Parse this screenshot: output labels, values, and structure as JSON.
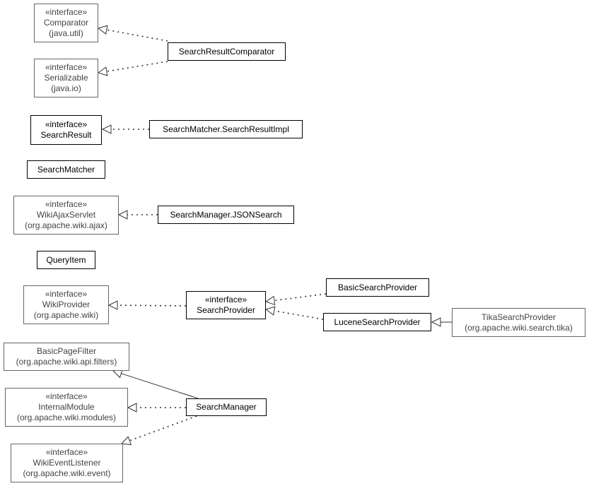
{
  "nodes": {
    "comparator": {
      "stereotype": "«interface»",
      "name": "Comparator",
      "pkg": "(java.util)"
    },
    "serializable": {
      "stereotype": "«interface»",
      "name": "Serializable",
      "pkg": "(java.io)"
    },
    "src": {
      "name": "SearchResultComparator"
    },
    "searchresult": {
      "stereotype": "«interface»",
      "name": "SearchResult"
    },
    "smsri": {
      "name": "SearchMatcher.SearchResultImpl"
    },
    "searchmatcher": {
      "name": "SearchMatcher"
    },
    "wikiajax": {
      "stereotype": "«interface»",
      "name": "WikiAjaxServlet",
      "pkg": "(org.apache.wiki.ajax)"
    },
    "smjson": {
      "name": "SearchManager.JSONSearch"
    },
    "queryitem": {
      "name": "QueryItem"
    },
    "wikiprovider": {
      "stereotype": "«interface»",
      "name": "WikiProvider",
      "pkg": "(org.apache.wiki)"
    },
    "searchprovider": {
      "stereotype": "«interface»",
      "name": "SearchProvider"
    },
    "basicsp": {
      "name": "BasicSearchProvider"
    },
    "lucenesp": {
      "name": "LuceneSearchProvider"
    },
    "tikasp": {
      "name": "TikaSearchProvider",
      "pkg": "(org.apache.wiki.search.tika)"
    },
    "basicpagefilter": {
      "name": "BasicPageFilter",
      "pkg": "(org.apache.wiki.api.filters)"
    },
    "internalmodule": {
      "stereotype": "«interface»",
      "name": "InternalModule",
      "pkg": "(org.apache.wiki.modules)"
    },
    "searchmanager": {
      "name": "SearchManager"
    },
    "wikievent": {
      "stereotype": "«interface»",
      "name": "WikiEventListener",
      "pkg": "(org.apache.wiki.event)"
    }
  },
  "relations": [
    {
      "from": "src",
      "to": "comparator",
      "kind": "realization"
    },
    {
      "from": "src",
      "to": "serializable",
      "kind": "realization"
    },
    {
      "from": "smsri",
      "to": "searchresult",
      "kind": "realization"
    },
    {
      "from": "smjson",
      "to": "wikiajax",
      "kind": "realization"
    },
    {
      "from": "searchprovider",
      "to": "wikiprovider",
      "kind": "realization"
    },
    {
      "from": "basicsp",
      "to": "searchprovider",
      "kind": "realization"
    },
    {
      "from": "lucenesp",
      "to": "searchprovider",
      "kind": "realization"
    },
    {
      "from": "tikasp",
      "to": "lucenesp",
      "kind": "generalization"
    },
    {
      "from": "searchmanager",
      "to": "basicpagefilter",
      "kind": "generalization"
    },
    {
      "from": "searchmanager",
      "to": "internalmodule",
      "kind": "realization"
    },
    {
      "from": "searchmanager",
      "to": "wikievent",
      "kind": "realization"
    }
  ]
}
